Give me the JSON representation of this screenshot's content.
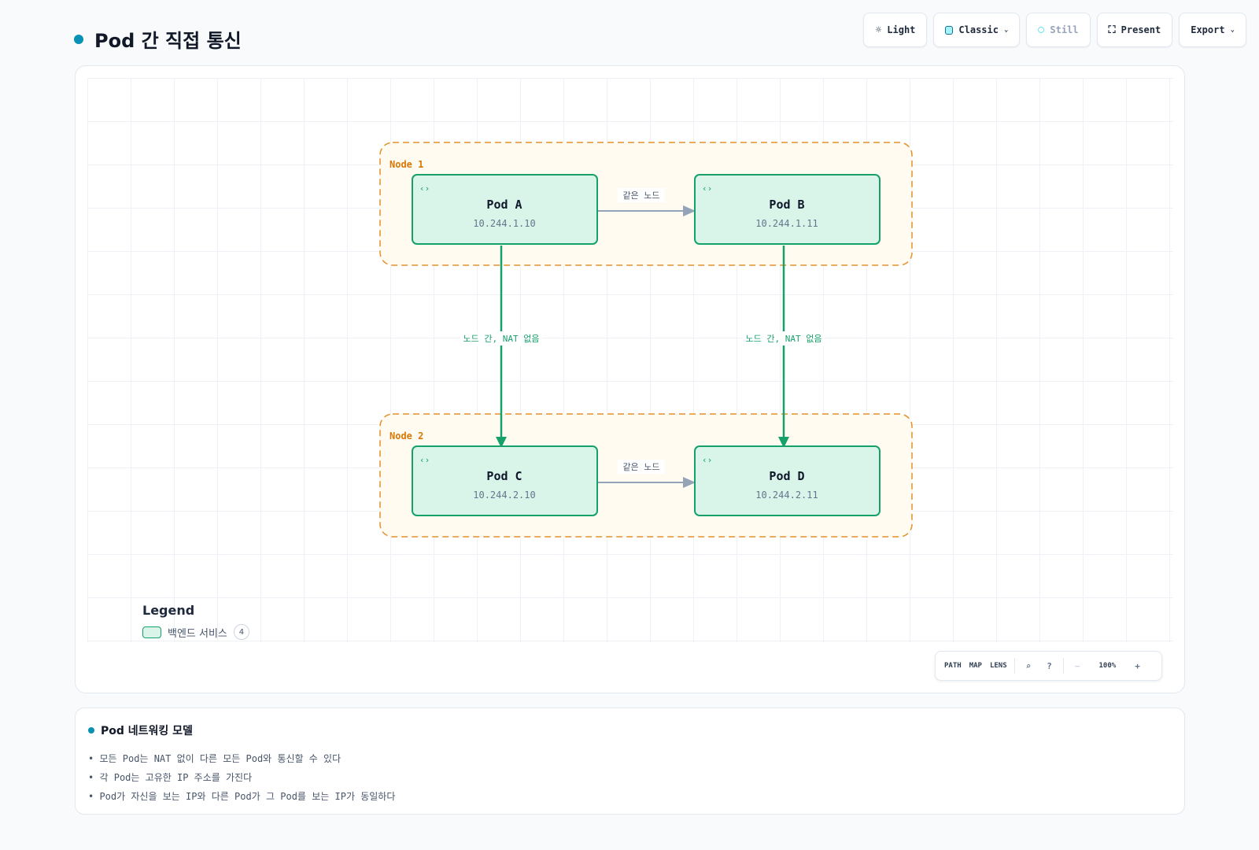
{
  "page": {
    "title": "Pod 간 직접 통신"
  },
  "toolbar": {
    "theme_label": "Light",
    "style_label": "Classic",
    "motion_label": "Still",
    "present_label": "Present",
    "export_label": "Export"
  },
  "diagram": {
    "groups": [
      {
        "label": "Node 1"
      },
      {
        "label": "Node 2"
      }
    ],
    "pods": [
      {
        "name": "Pod A",
        "ip": "10.244.1.10"
      },
      {
        "name": "Pod B",
        "ip": "10.244.1.11"
      },
      {
        "name": "Pod C",
        "ip": "10.244.2.10"
      },
      {
        "name": "Pod D",
        "ip": "10.244.2.11"
      }
    ],
    "edges": [
      {
        "from": "Pod A",
        "to": "Pod B",
        "label": "같은 노드"
      },
      {
        "from": "Pod C",
        "to": "Pod D",
        "label": "같은 노드"
      },
      {
        "from": "Pod A",
        "to": "Pod C",
        "label": "노드 간, NAT 없음"
      },
      {
        "from": "Pod B",
        "to": "Pod D",
        "label": "노드 간, NAT 없음"
      }
    ],
    "colors": {
      "group_border": "#e3922b",
      "group_fill": "#fffbf1",
      "group_label": "#d97706",
      "pod_fill": "#d9f5ea",
      "pod_border": "#16a06a",
      "cross_edge": "#16a06a",
      "same_edge": "#94a3b8"
    }
  },
  "legend": {
    "title": "Legend",
    "items": [
      {
        "label": "백엔드 서비스",
        "count": "4"
      }
    ]
  },
  "controls": {
    "path_label": "PATH",
    "map_label": "MAP",
    "lens_label": "LENS",
    "zoom_label": "100%",
    "minus_label": "−",
    "plus_label": "+"
  },
  "info": {
    "title": "Pod 네트워킹 모델",
    "lines": [
      "• 모든 Pod는 NAT 없이 다른 모든 Pod와 통신할 수 있다",
      "• 각 Pod는 고유한 IP 주소를 가진다",
      "• Pod가 자신을 보는 IP와 다른 Pod가 그 Pod를 보는 IP가 동일하다"
    ]
  }
}
